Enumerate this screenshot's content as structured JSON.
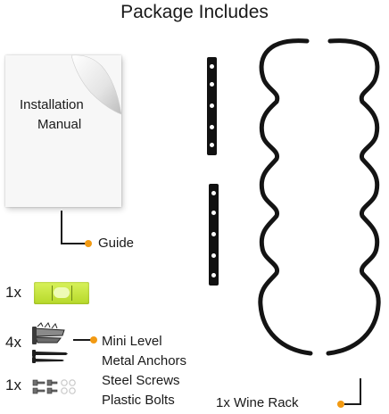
{
  "title": "Package Includes",
  "manual": {
    "line1": "Installation",
    "line2": "Manual"
  },
  "guide_label": "Guide",
  "quantities": {
    "level": "1x",
    "anchors": "4x",
    "screws_bolts": "1x",
    "rack": "1x"
  },
  "hardware_labels": [
    "Mini Level",
    "Metal Anchors",
    "Steel Screws",
    "Plastic Bolts"
  ],
  "rack_label": "Wine Rack",
  "colors": {
    "accent_dot": "#f29a13",
    "level_green": "#c8e63c",
    "metal": "#111111"
  }
}
